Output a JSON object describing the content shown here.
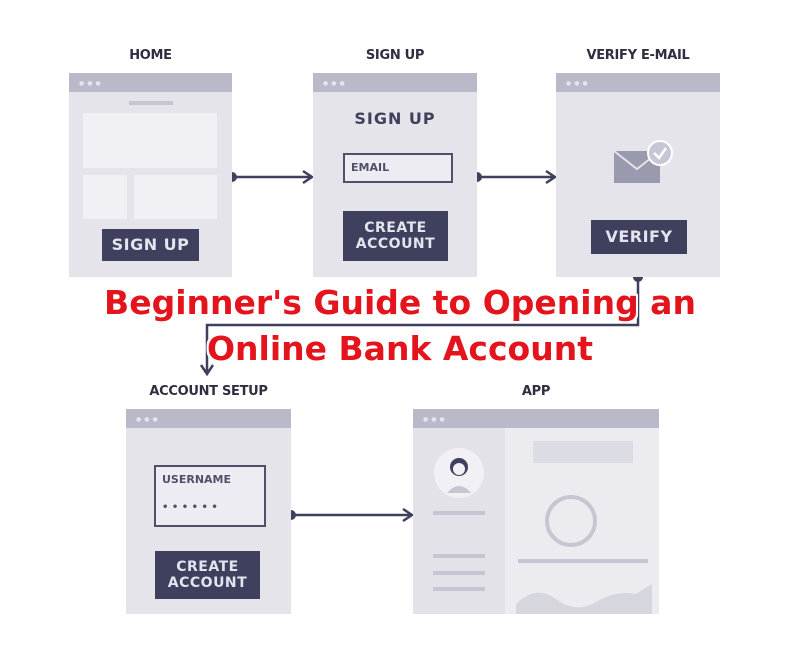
{
  "steps": {
    "home": {
      "label": "HOME",
      "button": "SIGN UP"
    },
    "signup": {
      "label": "SIGN UP",
      "heading": "SIGN UP",
      "email": "EMAIL",
      "button_line1": "CREATE",
      "button_line2": "ACCOUNT"
    },
    "verify": {
      "label": "VERIFY E-MAIL",
      "button": "VERIFY"
    },
    "account_setup": {
      "label": "ACCOUNT SETUP",
      "username": "USERNAME",
      "password": "• • • • • •",
      "button_line1": "CREATE",
      "button_line2": "ACCOUNT"
    },
    "app": {
      "label": "APP"
    }
  },
  "overlay": {
    "line1": "Beginner's Guide to Opening an",
    "line2": "Online Bank Account"
  },
  "colors": {
    "panel": "#e4e4ea",
    "header": "#b9b9c9",
    "button": "#3f3f5e",
    "title": "#e3141c"
  }
}
